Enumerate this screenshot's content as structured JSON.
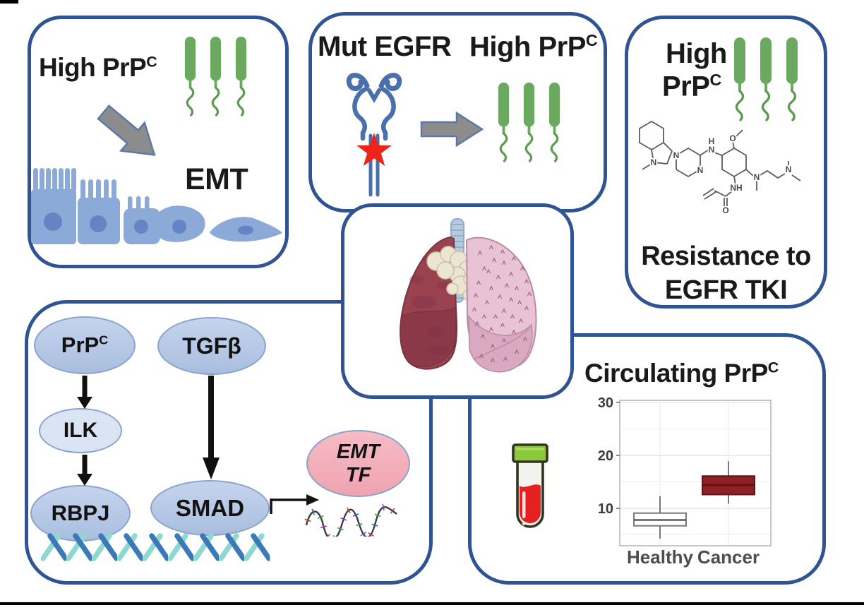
{
  "figure": {
    "top_left": {
      "title": "High PrP",
      "title_sup": "C",
      "emt": "EMT"
    },
    "top_mid": {
      "left_title": "Mut EGFR",
      "right_title": "High PrP",
      "right_title_sup": "C"
    },
    "top_right": {
      "title_line1": "High",
      "title_line2": "PrP",
      "title_sup": "C",
      "caption_line1": "Resistance to",
      "caption_line2": "EGFR TKI"
    },
    "pathway": {
      "prp": {
        "label": "PrP",
        "sup": "C"
      },
      "tgfb": {
        "label": "TGFβ"
      },
      "ilk": {
        "label": "ILK"
      },
      "rbpj": {
        "label": "RBPJ"
      },
      "smad": {
        "label": "SMAD"
      },
      "emt_tf": {
        "line1": "EMT",
        "line2": "TF"
      }
    }
  },
  "chart_data": {
    "type": "boxplot",
    "title": "Circulating PrP",
    "title_sup": "C",
    "categories": [
      "Healthy",
      "Cancer"
    ],
    "yticks": [
      10,
      20,
      30
    ],
    "ylim": [
      3,
      30.4
    ],
    "grid": true,
    "series": [
      {
        "label": "Healthy",
        "whisker_low": 4.3,
        "q1": 6.7,
        "median": 7.8,
        "q3": 9.1,
        "whisker_high": 12.3,
        "fill": "#ffffff",
        "stroke": "#7a7a7a",
        "median_stroke": "#5a5a5a"
      },
      {
        "label": "Cancer",
        "whisker_low": 10.9,
        "q1": 12.6,
        "median": 14.4,
        "q3": 16.1,
        "whisker_high": 18.9,
        "fill": "#8e2023",
        "stroke": "#641316",
        "median_stroke": "#5c1013"
      }
    ]
  },
  "colors": {
    "panel_border": "#2e5495",
    "prp_green": "#6aa95f",
    "arrow_gray": "#8c8c8c",
    "cell_blue": "#8caad8",
    "nucleus_blue": "#6484c4",
    "receptor_blue": "#4a6fad",
    "star_red": "#ee2418",
    "node_fill": "#b7c9e6",
    "emt_tf_pink": "#f2afba",
    "cancer_box": "#8e2023",
    "dna_blue": "#3a7ab8",
    "dna_teal": "#8fd8d2"
  }
}
